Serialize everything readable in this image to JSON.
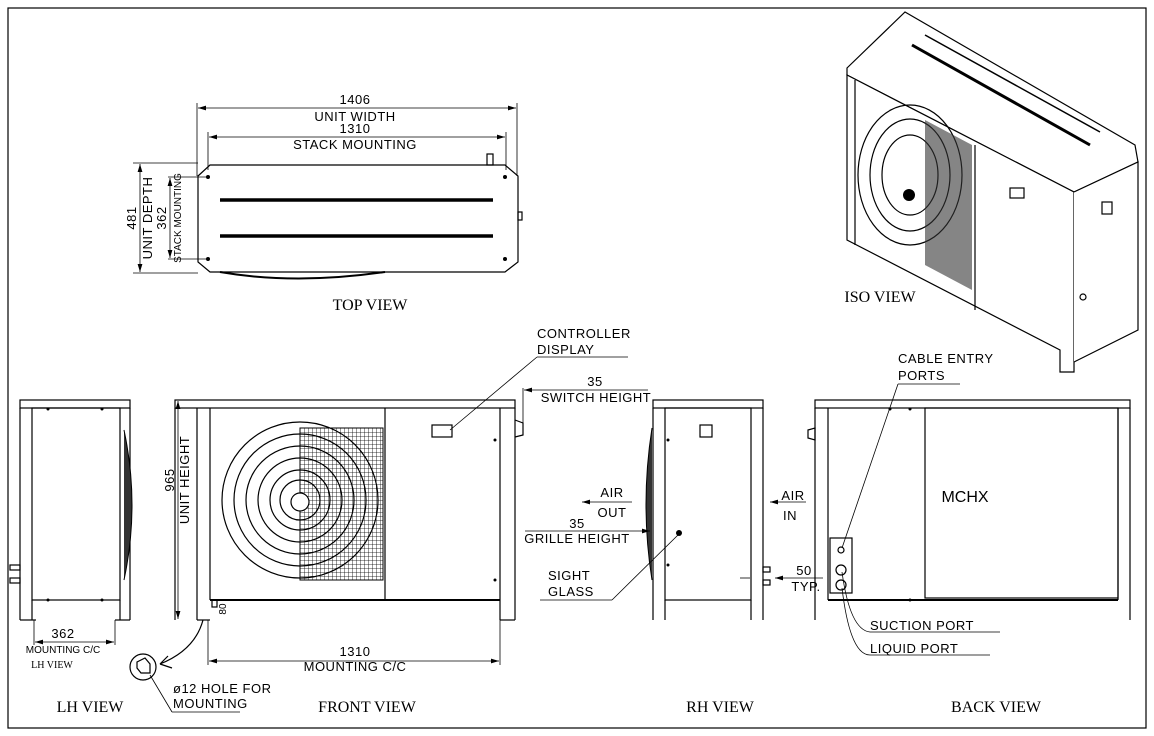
{
  "top_view": {
    "title": "TOP VIEW",
    "width_value": "1406",
    "width_label": "UNIT WIDTH",
    "stack_width_value": "1310",
    "stack_width_label": "STACK MOUNTING",
    "depth_value": "481",
    "depth_label": "UNIT DEPTH",
    "stack_depth_value": "362",
    "stack_depth_label": "STACK MOUNTING"
  },
  "iso_view": {
    "title": "ISO VIEW"
  },
  "lh_view": {
    "title": "LH VIEW",
    "mount_value": "362",
    "mount_label": "MOUNTING C/C",
    "small_label": "LH VIEW"
  },
  "front_view": {
    "title": "FRONT VIEW",
    "height_value": "965",
    "height_label": "UNIT HEIGHT",
    "mount_value": "1310",
    "mount_label": "MOUNTING C/C",
    "foot_value": "80",
    "hole_line1": "ø12 HOLE FOR",
    "hole_line2": "MOUNTING",
    "controller_line1": "CONTROLLER",
    "controller_line2": "DISPLAY",
    "switch_value": "35",
    "switch_label": "SWITCH HEIGHT"
  },
  "rh_view": {
    "title": "RH VIEW",
    "air_out_1": "AIR",
    "air_out_2": "OUT",
    "grille_value": "35",
    "grille_label": "GRILLE HEIGHT",
    "sight_1": "SIGHT",
    "sight_2": "GLASS",
    "air_in_1": "AIR",
    "air_in_2": "IN",
    "typ_value": "50",
    "typ_label": "TYP."
  },
  "back_view": {
    "title": "BACK VIEW",
    "coil_label": "MCHX",
    "cable_1": "CABLE ENTRY",
    "cable_2": "PORTS",
    "suction": "SUCTION PORT",
    "liquid": "LIQUID PORT"
  }
}
